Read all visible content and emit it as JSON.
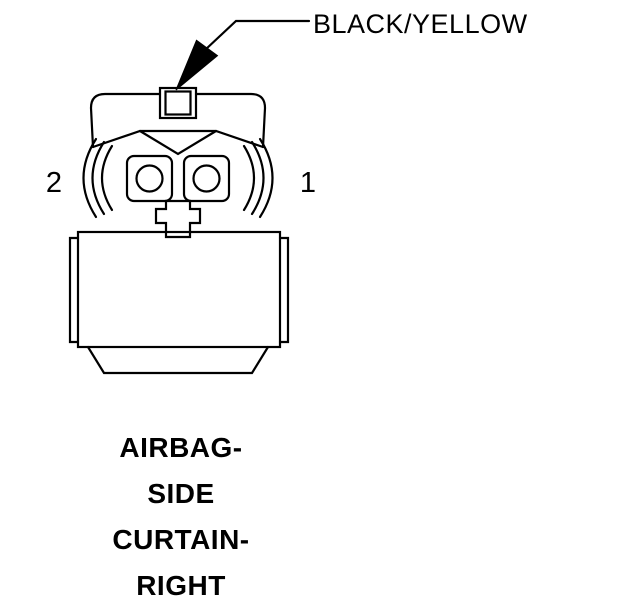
{
  "colors": {
    "line": "#000000",
    "background": "#ffffff"
  },
  "diagram": {
    "callout": {
      "label": "BLACK/YELLOW"
    },
    "pins": [
      {
        "number": "2"
      },
      {
        "number": "1"
      }
    ],
    "caption": {
      "lines": [
        "AIRBAG-",
        "SIDE",
        "CURTAIN-",
        "RIGHT"
      ]
    }
  }
}
